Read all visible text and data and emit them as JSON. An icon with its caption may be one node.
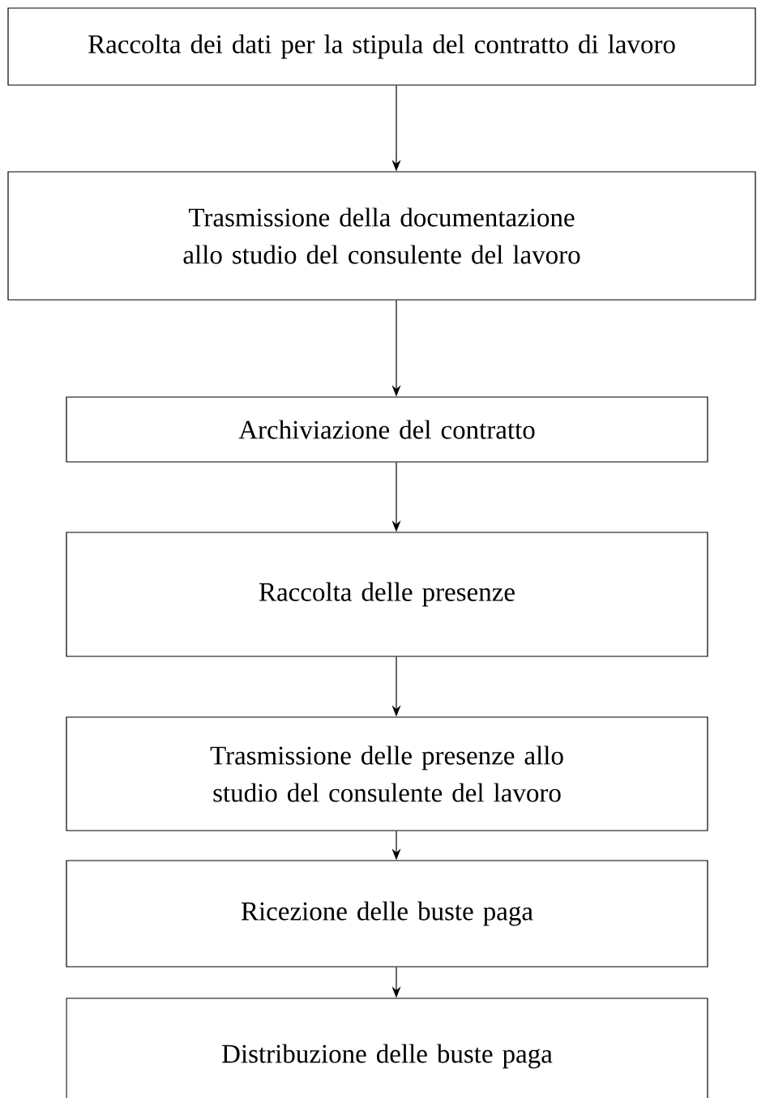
{
  "diagram": {
    "nodes": [
      {
        "text": [
          "Raccolta dei dati per la stipula del contratto di lavoro"
        ]
      },
      {
        "text": [
          "Trasmissione della documentazione allo studio del consulente del lavoro"
        ]
      },
      {
        "text": [
          "Archiviazione del contratto"
        ]
      },
      {
        "text": [
          "Raccolta delle presenze"
        ]
      },
      {
        "text": [
          "Trasmissione delle presenze allo studio del consulente del lavoro"
        ]
      },
      {
        "text": [
          "Ricezione delle buste paga"
        ]
      },
      {
        "text": [
          "Distribuzione delle buste paga"
        ]
      }
    ],
    "edges": [
      {
        "from": 0,
        "to": 1,
        "arrow": "to"
      },
      {
        "from": 1,
        "to": 2,
        "arrow": "to"
      },
      {
        "from": 2,
        "to": 3,
        "arrow": "to"
      },
      {
        "from": 3,
        "to": 4,
        "arrow": "to"
      },
      {
        "from": 4,
        "to": 5,
        "arrow": "to"
      },
      {
        "from": 5,
        "to": 6,
        "arrow": "to"
      }
    ]
  }
}
